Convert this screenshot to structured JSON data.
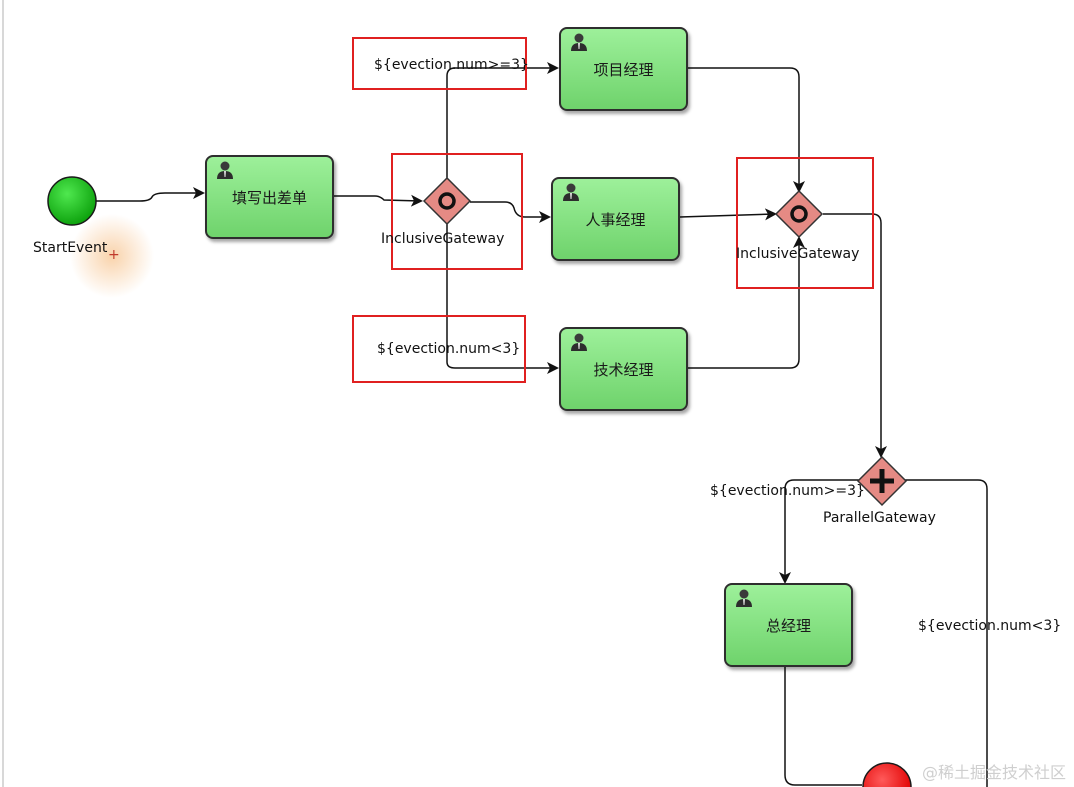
{
  "start_event": {
    "label": "StartEvent"
  },
  "tasks": {
    "fill_form": "填写出差单",
    "project_manager": "项目经理",
    "hr_manager": "人事经理",
    "tech_manager": "技术经理",
    "general_manager": "总经理"
  },
  "gateways": {
    "inclusive_split": "InclusiveGateway",
    "inclusive_join": "InclusiveGateway",
    "parallel": "ParallelGateway"
  },
  "conditions": {
    "to_project_manager": "${evection.num>=3}",
    "to_tech_manager": "${evection.num<3}",
    "to_general_manager": "${evection.num>=3}",
    "to_end": "${evection.num<3}"
  },
  "watermark": "@稀土掘金技术社区",
  "colors": {
    "task_fill": "#7ddc79",
    "start_event": "#1fbf1f",
    "end_event": "#ff1a1a",
    "gateway_fill": "#e58a84",
    "highlight_box": "#e02020"
  }
}
